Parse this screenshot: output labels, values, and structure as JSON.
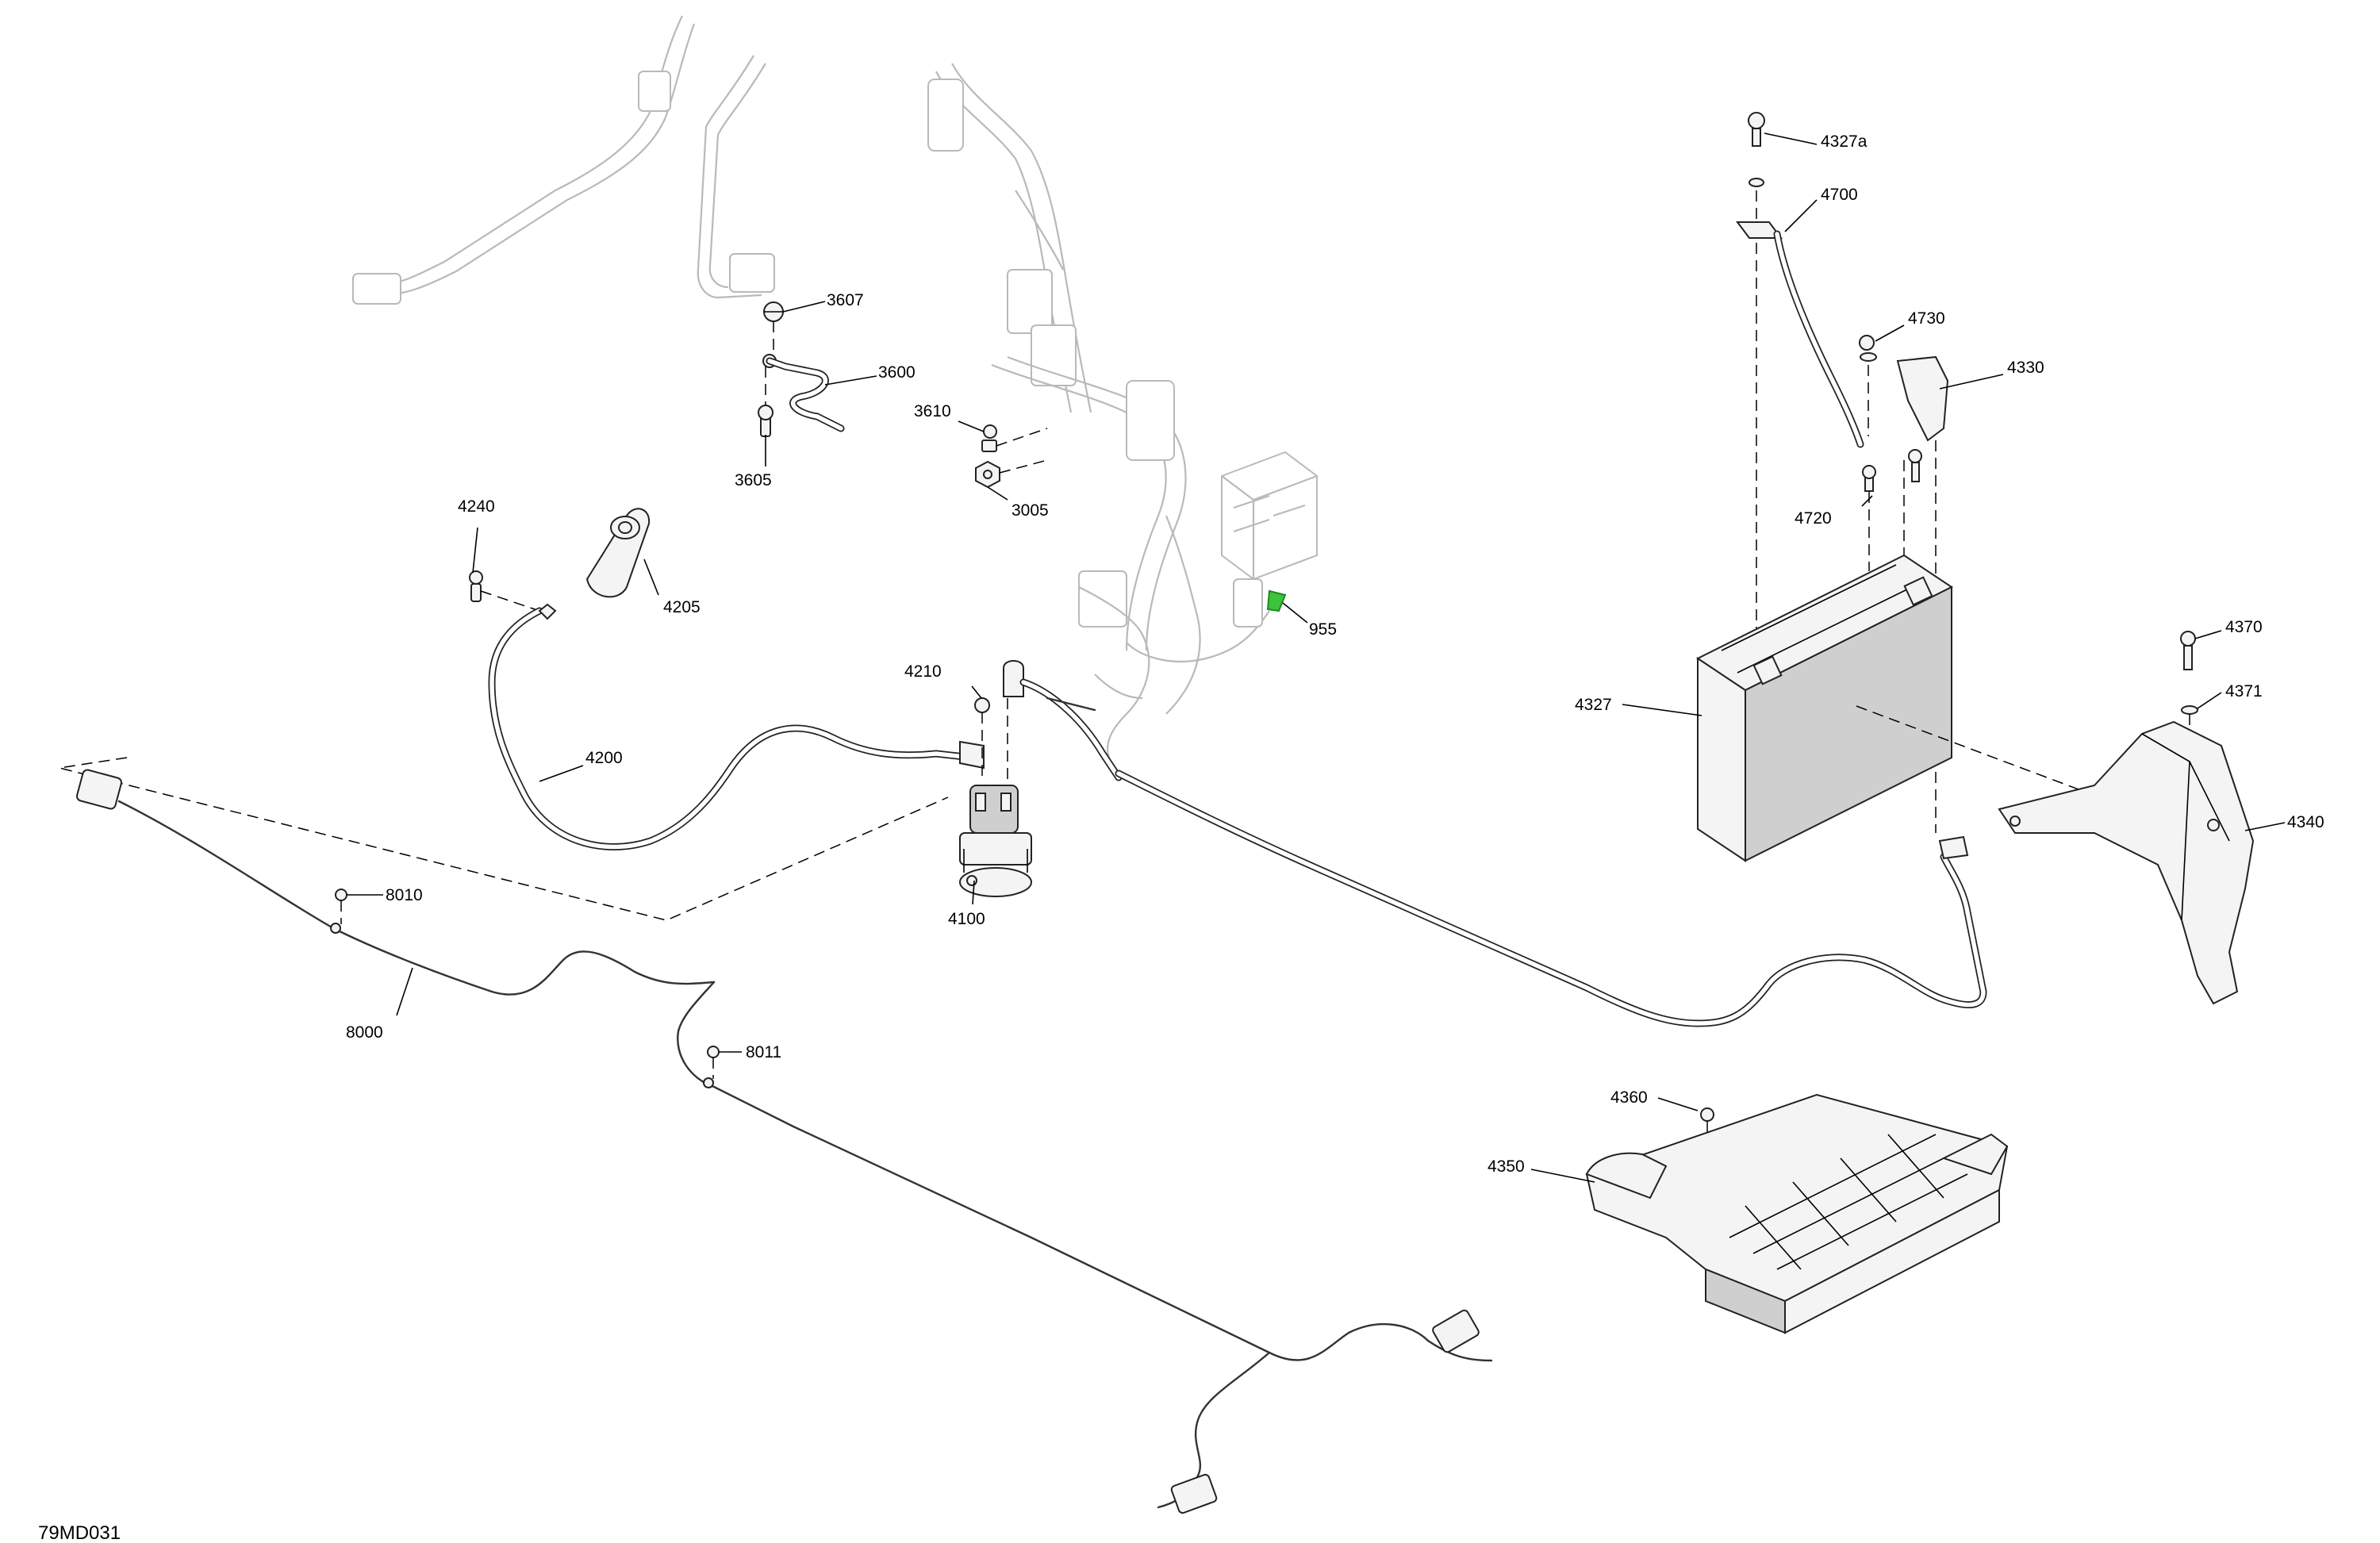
{
  "diagram": {
    "code": "79MD031",
    "callouts": [
      {
        "id": "c3607",
        "text": "3607"
      },
      {
        "id": "c3600",
        "text": "3600"
      },
      {
        "id": "c3610",
        "text": "3610"
      },
      {
        "id": "c3605",
        "text": "3605"
      },
      {
        "id": "c3005",
        "text": "3005"
      },
      {
        "id": "c4240",
        "text": "4240"
      },
      {
        "id": "c4205",
        "text": "4205"
      },
      {
        "id": "c955",
        "text": "955"
      },
      {
        "id": "c4210",
        "text": "4210"
      },
      {
        "id": "c4200",
        "text": "4200"
      },
      {
        "id": "c4100",
        "text": "4100"
      },
      {
        "id": "c8010",
        "text": "8010"
      },
      {
        "id": "c8000",
        "text": "8000"
      },
      {
        "id": "c8011",
        "text": "8011"
      },
      {
        "id": "c4327a",
        "text": "4327a"
      },
      {
        "id": "c4700",
        "text": "4700"
      },
      {
        "id": "c4730",
        "text": "4730"
      },
      {
        "id": "c4330",
        "text": "4330"
      },
      {
        "id": "c4720",
        "text": "4720"
      },
      {
        "id": "c4327",
        "text": "4327"
      },
      {
        "id": "c4370",
        "text": "4370"
      },
      {
        "id": "c4371",
        "text": "4371"
      },
      {
        "id": "c4340",
        "text": "4340"
      },
      {
        "id": "c4360",
        "text": "4360"
      },
      {
        "id": "c4350",
        "text": "4350"
      }
    ],
    "highlight_color": "#3cc43c"
  }
}
